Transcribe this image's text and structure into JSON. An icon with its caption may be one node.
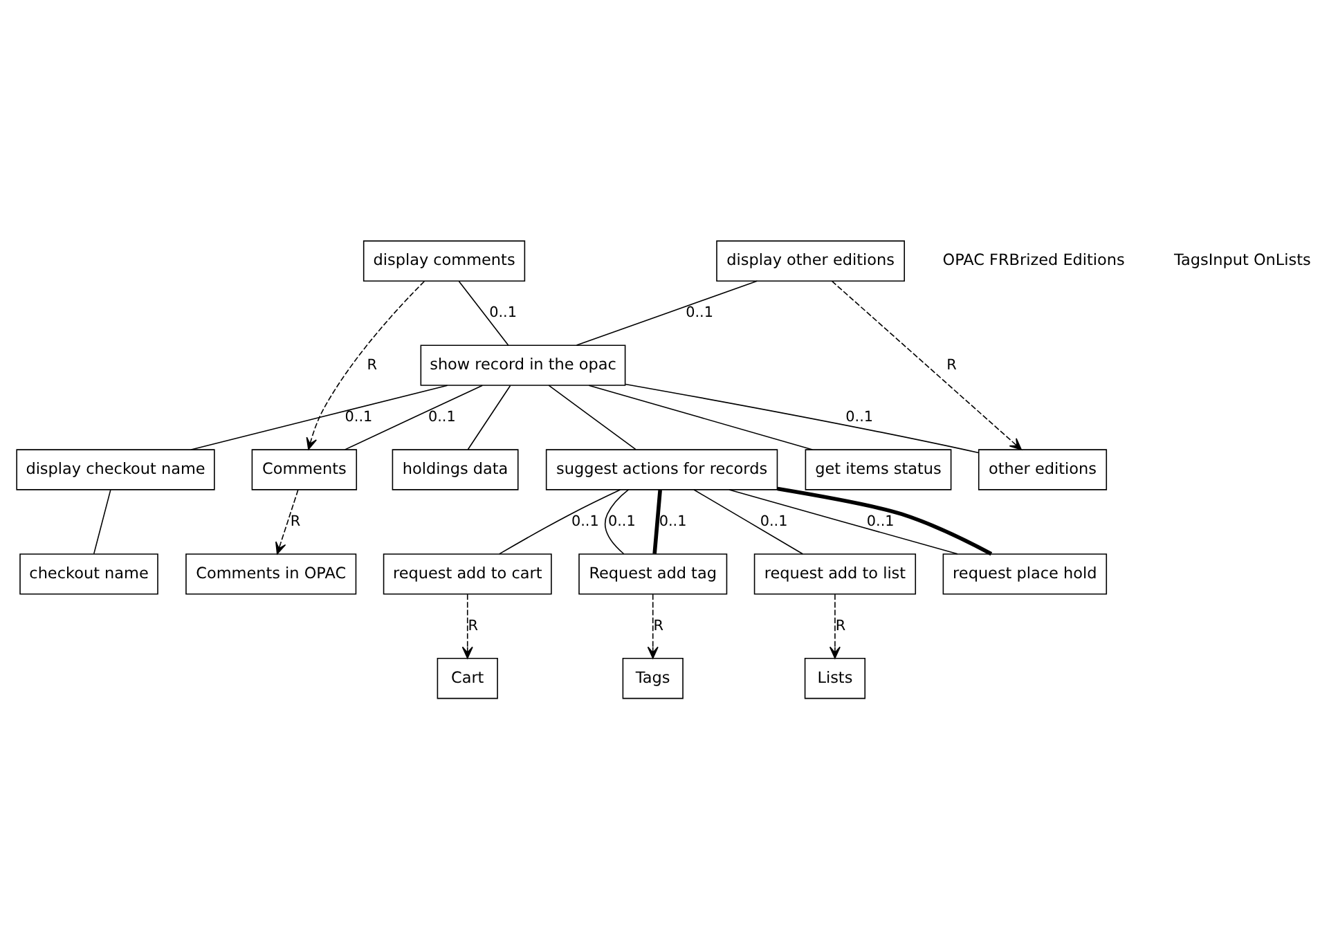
{
  "diagram": {
    "nodes": [
      {
        "text": [
          "show record in the opac"
        ]
      },
      {
        "text": [
          "display checkout name"
        ]
      },
      {
        "text": [
          "checkout name"
        ]
      },
      {
        "text": [
          "other editions"
        ]
      },
      {
        "text": [
          "Comments"
        ]
      },
      {
        "text": [
          "holdings data"
        ]
      },
      {
        "text": [
          "suggest actions for records"
        ]
      },
      {
        "text": [
          "get items status"
        ]
      },
      {
        "text": [
          "request place hold"
        ]
      },
      {
        "text": [
          "display comments"
        ]
      },
      {
        "text": [
          "Comments in OPAC"
        ]
      },
      {
        "text": [
          "request add to cart"
        ]
      },
      {
        "text": [
          "Request add tag"
        ]
      },
      {
        "text": [
          "request add to list"
        ]
      },
      {
        "text": [
          "display other editions"
        ]
      },
      {
        "text": [
          "Tags"
        ]
      },
      {
        "text": [
          "Lists"
        ]
      },
      {
        "text": [
          "Cart"
        ]
      }
    ],
    "edges": [
      {
        "from": 0,
        "to": 3,
        "arrow": "none",
        "label": "0..1"
      },
      {
        "from": 0,
        "to": 4,
        "arrow": "none",
        "label": "0..1"
      },
      {
        "from": 0,
        "to": 5,
        "arrow": "none"
      },
      {
        "from": 0,
        "to": 6,
        "arrow": "none"
      },
      {
        "from": 0,
        "to": 7,
        "arrow": "none"
      },
      {
        "from": 0,
        "to": 1,
        "arrow": "none",
        "label": "0..1"
      },
      {
        "from": 1,
        "to": 2,
        "arrow": "none"
      },
      {
        "from": 9,
        "to": 0,
        "arrow": "none",
        "label": "0..1"
      },
      {
        "from": 14,
        "to": 0,
        "arrow": "none",
        "label": "0..1"
      },
      {
        "from": 6,
        "to": 8,
        "arrow": "none",
        "label": "0..1"
      },
      {
        "from": 6,
        "to": 8,
        "arrow": "none",
        "style": "thick"
      },
      {
        "from": 6,
        "to": 12,
        "arrow": "none",
        "label": "0..1"
      },
      {
        "from": 6,
        "to": 12,
        "arrow": "none",
        "style": "thick",
        "label": "0..1"
      },
      {
        "from": 6,
        "to": 13,
        "arrow": "none",
        "label": "0..1"
      },
      {
        "from": 6,
        "to": 11,
        "arrow": "none",
        "label": "0..1"
      },
      {
        "from": 14,
        "to": 3,
        "arrow": "to",
        "style": "dashed",
        "label": "R"
      },
      {
        "from": 9,
        "to": 4,
        "arrow": "to",
        "style": "dashed",
        "label": "R"
      },
      {
        "from": 4,
        "to": 10,
        "arrow": "to",
        "style": "dashed",
        "label": "R"
      },
      {
        "from": 12,
        "to": 15,
        "arrow": "to",
        "style": "dashed",
        "label": "R"
      },
      {
        "from": 13,
        "to": 16,
        "arrow": "to",
        "style": "dashed",
        "label": "R"
      },
      {
        "from": 11,
        "to": 17,
        "arrow": "to",
        "style": "dashed",
        "label": "R"
      }
    ],
    "labels": [
      "OPAC FRBrized Editions",
      "TagsInput OnLists"
    ]
  }
}
